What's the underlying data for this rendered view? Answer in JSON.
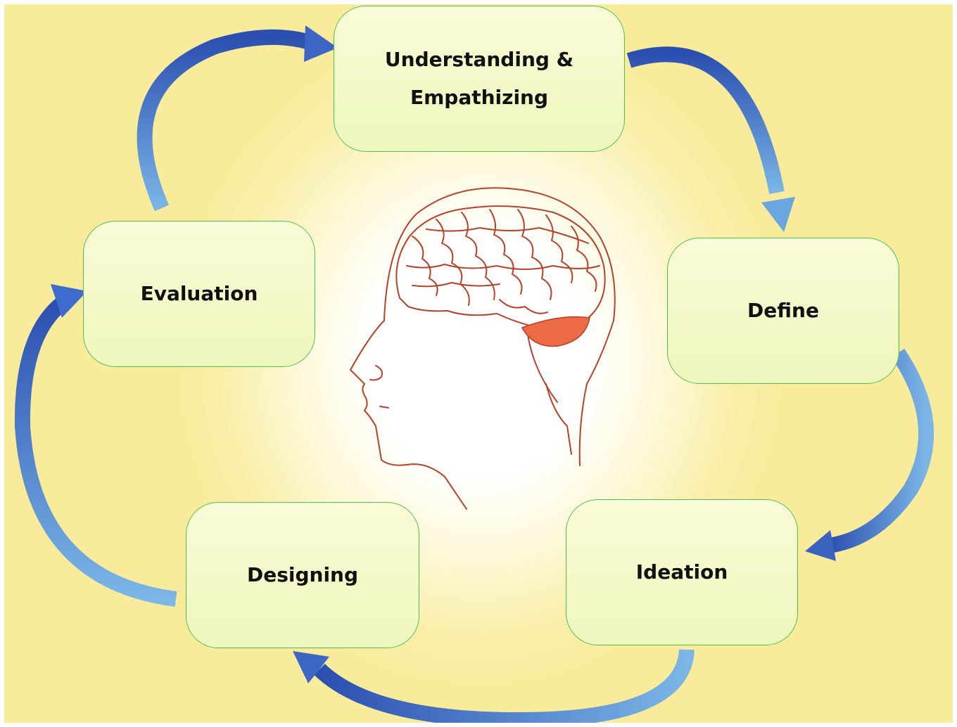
{
  "steps": [
    {
      "id": "understanding",
      "label": "Understanding &\nEmpathizing"
    },
    {
      "id": "define",
      "label": "Define"
    },
    {
      "id": "ideation",
      "label": "Ideation"
    },
    {
      "id": "designing",
      "label": "Designing"
    },
    {
      "id": "evaluation",
      "label": "Evaluation"
    }
  ],
  "colors": {
    "background": "#f8ec9c",
    "box_border": "#4cc34c",
    "arrow_dark": "#2b4fb0",
    "arrow_light": "#7bb6e6",
    "head_line": "#b8412a",
    "cerebellum": "#ec6a44"
  },
  "center_icon": "human-head-brain-icon"
}
